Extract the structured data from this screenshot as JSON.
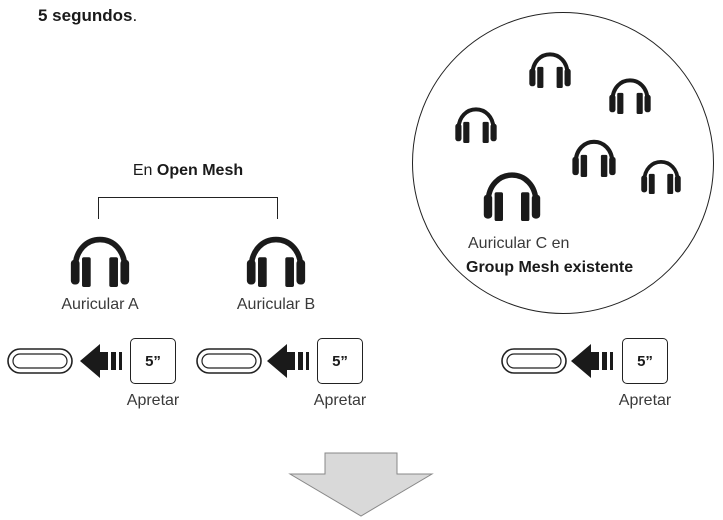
{
  "heading": {
    "bold": "5 segundos",
    "tail": "."
  },
  "open_mesh_group": {
    "prefix": "En ",
    "name": "Open Mesh"
  },
  "headsets": {
    "a_label": "Auricular A",
    "b_label": "Auricular B",
    "c_label_line1": "Auricular C en",
    "c_label_line2": "Group Mesh existente"
  },
  "press": {
    "duration": "5”",
    "label": "Apretar"
  },
  "colors": {
    "stroke": "#222222",
    "text": "#3a3a3a",
    "arrow_fill": "#d9d9d9"
  },
  "icons": [
    "headphones-icon",
    "jog-dial-icon",
    "press-arrow-icon",
    "down-arrow-icon"
  ]
}
